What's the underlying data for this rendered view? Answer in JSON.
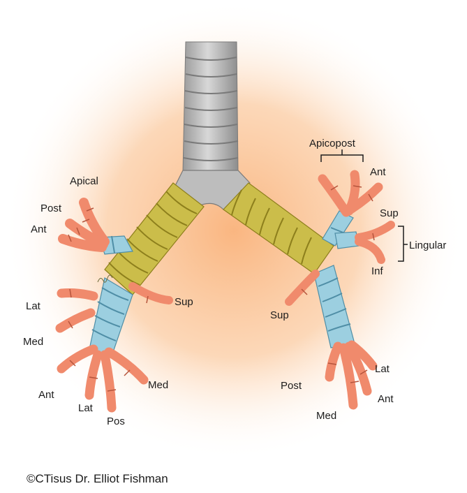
{
  "labels": {
    "apicopost": "Apicopost",
    "right_apical": "Apical",
    "right_post": "Post",
    "right_ant": "Ant",
    "right_lat": "Lat",
    "right_med": "Med",
    "right_lower_ant": "Ant",
    "right_lower_lat": "Lat",
    "right_pos": "Pos",
    "right_lower_med": "Med",
    "right_sup": "Sup",
    "left_ant": "Ant",
    "left_sup": "Sup",
    "lingular": "Lingular",
    "left_inf": "Inf",
    "left_lower_sup": "Sup",
    "left_lat": "Lat",
    "left_post": "Post",
    "left_ant_lower": "Ant",
    "left_med": "Med"
  },
  "credit": "©CTisus Dr. Elliot Fishman",
  "colors": {
    "trachea": "#c9c9c9",
    "main_bronchus": "#cbbd4a",
    "lobar_bronchus": "#9ccfe0",
    "segmental_bronchus": "#f08a6c",
    "background_glow": "#f9b27a"
  }
}
